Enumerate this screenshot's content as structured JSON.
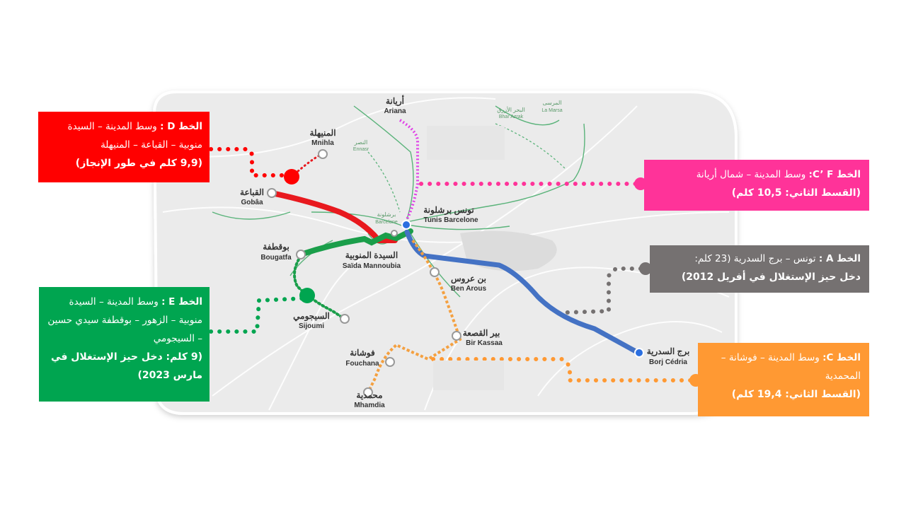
{
  "colors": {
    "line_d": "#ff0000",
    "line_cf": "#e040e8",
    "line_a": "#4472c4",
    "line_e": "#1a9e4a",
    "line_c": "#f4a040",
    "box_a": "#757171",
    "box_cf": "#ff3399",
    "box_c": "#ff9933"
  },
  "stations": {
    "ariana_ar": "أريانة",
    "ariana_en": "Ariana",
    "mnihla_ar": "المنيهلة",
    "mnihla_en": "Mnihla",
    "goba_ar": "القباعة",
    "goba_en": "Gobâa",
    "tunis_barcelone_ar": "تونس برشلونة",
    "tunis_barcelone_en": "Tunis Barcelone",
    "barcelone_small_ar": "برشلونة",
    "barcelone_small_en": "Barcelone",
    "bougatfa_ar": "بوقطفة",
    "bougatfa_en": "Bougatfa",
    "saida_ar": "السيدة المنوبية",
    "saida_en": "Saïda Mannoubia",
    "ben_arous_ar": "بن عروس",
    "ben_arous_en": "Ben Arous",
    "sijoumi_ar": "السيجومي",
    "sijoumi_en": "Sijoumi",
    "bir_kassaa_ar": "بير القصعة",
    "bir_kassaa_en": "Bir Kassaa",
    "fouchana_ar": "فوشانة",
    "fouchana_en": "Fouchana",
    "mhamdia_ar": "محمدية",
    "mhamdia_en": "Mhamdia",
    "borj_cedria_ar": "برج السدرية",
    "borj_cedria_en": "Borj Cédria",
    "ennasr_ar": "النصر",
    "ennasr_en": "Ennasr",
    "bhar_azrak_ar": "البحر الأزرق",
    "bhar_azrak_en": "Bhar Azrak",
    "la_marsa_ar": "المرسى",
    "la_marsa_en": "La Marsa"
  },
  "callouts": {
    "d": {
      "line1_bold": "الخط D :",
      "line1": " وسط المدينة – السيدة منوبية – القباعة – المنيهلة",
      "line2": "(9,9 كلم في طور الإنجاز)"
    },
    "cf": {
      "line1_bold": "الخط C’ F:",
      "line1": " وسط المدينة – شمال أريانة",
      "line2": "(القسط الثاني: 10,5 كلم)"
    },
    "a": {
      "line1_bold": "الخط A :",
      "line1": " تونس – برج السدرية (23 كلم:",
      "line2": "دخل حيز الإستغلال في أفريل 2012)"
    },
    "e": {
      "line1_bold": "الخط E :",
      "line1": " وسط المدينة – السيدة منوبية – الزهور – بوقطفة سيدي حسين – السيجومي",
      "line2": "(9 كلم: دخل حيز الإستغلال في مارس 2023)"
    },
    "c": {
      "line1_bold": "الخط C:",
      "line1": " وسط المدينة – فوشانة –المحمدية",
      "line2": "(القسط الثاني: 19,4 كلم)"
    }
  }
}
